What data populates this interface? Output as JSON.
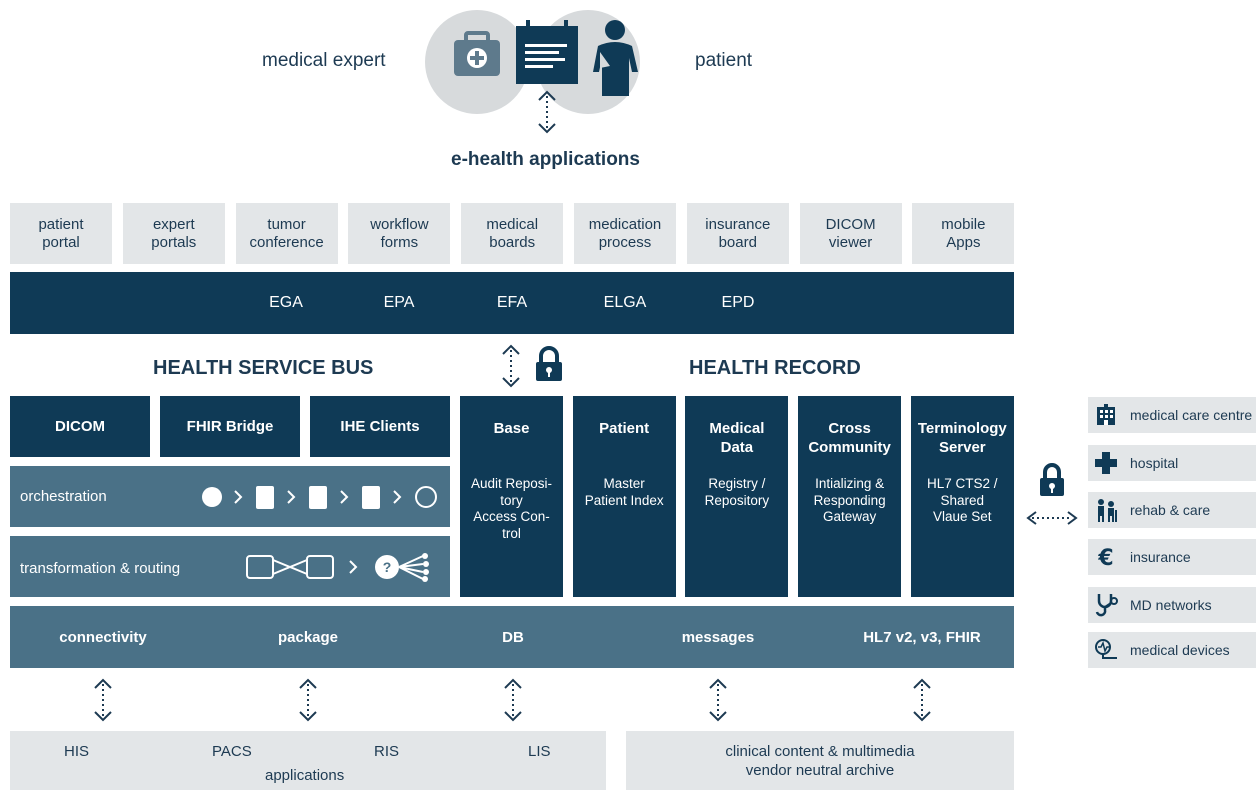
{
  "top": {
    "medical_expert": "medical expert",
    "patient": "patient",
    "ehealth": "e-health applications"
  },
  "apps": [
    "patient\nportal",
    "expert\nportals",
    "tumor\nconference",
    "workflow\nforms",
    "medical\nboards",
    "medication\nprocess",
    "insurance\nboard",
    "DICOM\nviewer",
    "mobile\nApps"
  ],
  "registries": [
    "EGA",
    "EPA",
    "EFA",
    "ELGA",
    "EPD"
  ],
  "headings": {
    "bus": "HEALTH SERVICE BUS",
    "record": "HEALTH RECORD"
  },
  "bus": {
    "modules": [
      "DICOM",
      "FHIR Bridge",
      "IHE Clients"
    ],
    "orchestration": "orchestration",
    "transformation": "transformation & routing"
  },
  "record": [
    {
      "title": "Base",
      "desc": "Audit Reposi-\ntory\nAccess Con-\ntrol"
    },
    {
      "title": "Patient",
      "desc": "Master\nPatient Index"
    },
    {
      "title": "Medical\nData",
      "desc": "Registry /\nRepository"
    },
    {
      "title": "Cross\nCommunity",
      "desc": "Intializing &\nResponding\nGateway"
    },
    {
      "title": "Terminology\nServer",
      "desc": "HL7 CTS2 /\nShared\nVlaue Set"
    }
  ],
  "bottom_bar": [
    "connectivity",
    "package",
    "DB",
    "messages",
    "HL7 v2, v3, FHIR"
  ],
  "applications": {
    "items": [
      "HIS",
      "PACS",
      "RIS",
      "LIS"
    ],
    "label": "applications"
  },
  "archive": "clinical content & multimedia\nvendor neutral archive",
  "sidebar": [
    {
      "label": "medical care centre",
      "icon": "building-icon"
    },
    {
      "label": "hospital",
      "icon": "cross-icon"
    },
    {
      "label": "rehab & care",
      "icon": "elderly-care-icon"
    },
    {
      "label": "insurance",
      "icon": "euro-icon"
    },
    {
      "label": "MD networks",
      "icon": "stethoscope-icon"
    },
    {
      "label": "medical devices",
      "icon": "medical-device-icon"
    }
  ],
  "colors": {
    "navy": "#0f3a56",
    "steel": "#4a7187",
    "pale": "#e3e6e8",
    "circle": "#d7dadc"
  }
}
